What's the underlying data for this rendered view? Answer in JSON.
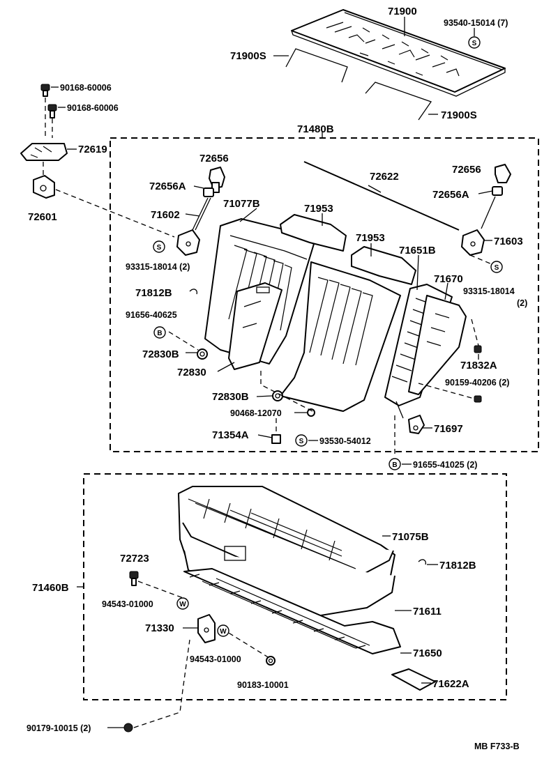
{
  "labels": {
    "p71900": "71900",
    "p93540": "93540-15014 (7)",
    "p71900S_top": "71900S",
    "p71900S_bottom": "71900S",
    "p90168_a": "90168-60006",
    "p90168_b": "90168-60006",
    "p72619": "72619",
    "p72601": "72601",
    "p71480B": "71480B",
    "p72656_left": "72656",
    "p72656A_left": "72656A",
    "p71602": "71602",
    "p93315_left": "93315-18014 (2)",
    "p71077B": "71077B",
    "p71953_a": "71953",
    "p72622": "72622",
    "p71953_b": "71953",
    "p72656_right": "72656",
    "p72656A_right": "72656A",
    "p71603": "71603",
    "p93315_right": "93315-18014",
    "p93315_right_qty": "(2)",
    "p71651B": "71651B",
    "p71670": "71670",
    "p71812B_top": "71812B",
    "p91656": "91656-40625",
    "p72830B_a": "72830B",
    "p72830": "72830",
    "p71832A": "71832A",
    "p90159": "90159-40206 (2)",
    "p72830B_b": "72830B",
    "p90468": "90468-12070",
    "p71697": "71697",
    "p71354A": "71354A",
    "p93530": "93530-54012",
    "p91655": "91655-41025 (2)",
    "p71075B": "71075B",
    "p72723": "72723",
    "p71812B_bottom": "71812B",
    "p71460B": "71460B",
    "p94543_a": "94543-01000",
    "p71611": "71611",
    "p71330": "71330",
    "p94543_b": "94543-01000",
    "p71650": "71650",
    "p90183": "90183-10001",
    "p71622A": "71622A",
    "p90179": "90179-10015 (2)",
    "footer_code": "MB  F733-B"
  },
  "symbols": {
    "s": "S",
    "b": "B",
    "w": "W"
  }
}
